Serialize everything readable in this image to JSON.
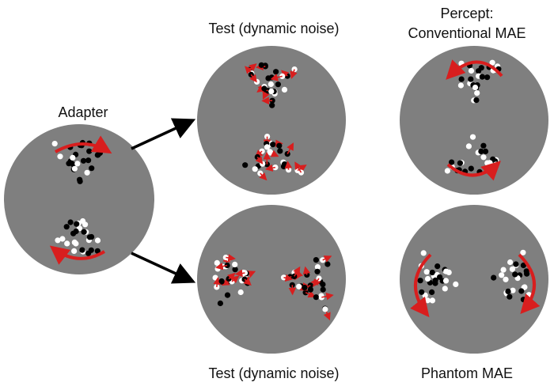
{
  "labels": {
    "adapter": "Adapter",
    "test_top": "Test (dynamic noise)",
    "percept": "Percept:",
    "conventional_mae": "Conventional MAE",
    "test_bottom": "Test (dynamic noise)",
    "phantom_mae": "Phantom MAE"
  },
  "colors": {
    "disc": "#7f7f7f",
    "dot_black": "#000000",
    "dot_white": "#ffffff",
    "motion_arrow": "#d81e1e",
    "connector_arrow": "#000000"
  },
  "panels": [
    {
      "id": "adapter",
      "orientation": "vertical",
      "pattern": "two-triangles-curved-motion"
    },
    {
      "id": "test-top",
      "orientation": "vertical",
      "pattern": "dynamic-noise-random-motion"
    },
    {
      "id": "percept-conventional",
      "orientation": "vertical",
      "pattern": "two-triangles-curved-motion"
    },
    {
      "id": "test-bottom",
      "orientation": "horizontal",
      "pattern": "dynamic-noise-random-motion"
    },
    {
      "id": "percept-phantom",
      "orientation": "horizontal",
      "pattern": "two-triangles-curved-motion"
    }
  ]
}
